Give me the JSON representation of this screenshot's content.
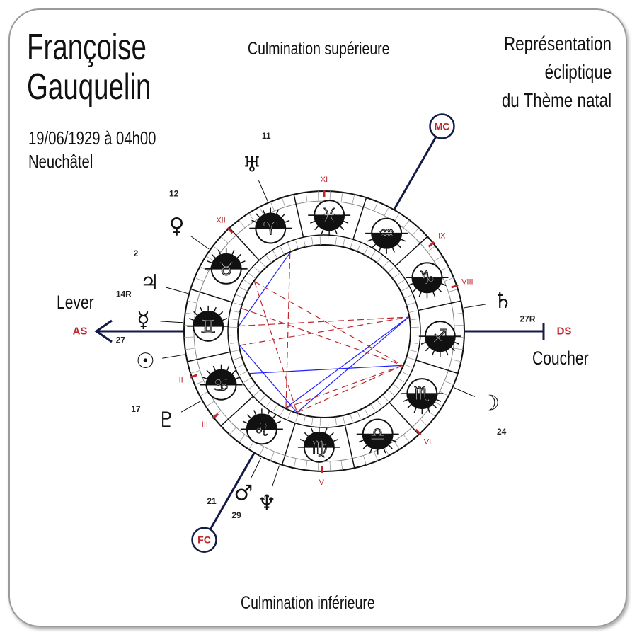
{
  "header": {
    "name_line1": "Françoise",
    "name_line2": "Gauquelin",
    "date_time": "19/06/1929 à 04h00",
    "place": "Neuchâtel",
    "top_label": "Culmination supérieure",
    "bottom_label": "Culmination inférieure",
    "right_title": [
      "Représentation",
      "écliptique",
      "du Thème natal"
    ],
    "lever": "Lever",
    "coucher": "Coucher"
  },
  "angles": {
    "as": "AS",
    "ds": "DS",
    "mc": "MC",
    "fc": "FC",
    "asc_longitude": 77.5,
    "mc_longitude": 317.6
  },
  "colors": {
    "accent_red": "#c0262d",
    "axis_navy": "#141a46",
    "aspect_blue": "#2020ff",
    "aspect_red": "#c0262d"
  },
  "signs": [
    {
      "name": "aries",
      "glyph": "♈",
      "dark": "bottom"
    },
    {
      "name": "taurus",
      "glyph": "♉",
      "dark": "bottom"
    },
    {
      "name": "gemini",
      "glyph": "♊",
      "dark": "bottom"
    },
    {
      "name": "cancer",
      "glyph": "♋",
      "dark": "bottom"
    },
    {
      "name": "leo",
      "glyph": "♌",
      "dark": "bottom"
    },
    {
      "name": "virgo",
      "glyph": "♍",
      "dark": "bottom"
    },
    {
      "name": "libra",
      "glyph": "♎",
      "dark": "top"
    },
    {
      "name": "scorpio",
      "glyph": "♏",
      "dark": "top"
    },
    {
      "name": "sagittarius",
      "glyph": "♐",
      "dark": "top"
    },
    {
      "name": "capricorn",
      "glyph": "♑",
      "dark": "top"
    },
    {
      "name": "aquarius",
      "glyph": "♒",
      "dark": "top"
    },
    {
      "name": "pisces",
      "glyph": "♓",
      "dark": "top"
    }
  ],
  "houses": [
    {
      "label": "II",
      "angle": 199
    },
    {
      "label": "III",
      "angle": 218
    },
    {
      "label": "V",
      "angle": 269
    },
    {
      "label": "VI",
      "angle": 313
    },
    {
      "label": "VIII",
      "angle": 19
    },
    {
      "label": "IX",
      "angle": 39
    },
    {
      "label": "XI",
      "angle": 90
    },
    {
      "label": "XII",
      "angle": 133
    }
  ],
  "planets": [
    {
      "name": "uranus",
      "glyph": "♅",
      "degree": "11",
      "longitude": 11
    },
    {
      "name": "venus",
      "glyph": "♀",
      "degree": "12",
      "longitude": 42
    },
    {
      "name": "jupiter",
      "glyph": "♃",
      "degree": "2",
      "longitude": 62
    },
    {
      "name": "mercury",
      "glyph": "☿",
      "degree": "14R",
      "longitude": 74
    },
    {
      "name": "sun",
      "glyph": "☉",
      "degree": "27",
      "longitude": 87
    },
    {
      "name": "pluto",
      "glyph": "♇",
      "degree": "17",
      "longitude": 107
    },
    {
      "name": "mars",
      "glyph": "♂",
      "degree": "21",
      "longitude": 141
    },
    {
      "name": "neptune",
      "glyph": "♆",
      "degree": "29",
      "longitude": 149
    },
    {
      "name": "moon",
      "glyph": "☽",
      "degree": "24",
      "longitude": 234
    },
    {
      "name": "saturn",
      "glyph": "♄",
      "degree": "27R",
      "longitude": 267
    }
  ],
  "aspects": [
    {
      "a": "uranus",
      "b": "mercury",
      "type": "harmonic"
    },
    {
      "a": "sun",
      "b": "neptune",
      "type": "harmonic"
    },
    {
      "a": "pluto",
      "b": "moon",
      "type": "harmonic"
    },
    {
      "a": "mars",
      "b": "saturn",
      "type": "harmonic"
    },
    {
      "a": "neptune",
      "b": "saturn",
      "type": "harmonic"
    },
    {
      "a": "mercury",
      "b": "saturn",
      "type": "tense"
    },
    {
      "a": "sun",
      "b": "saturn",
      "type": "tense"
    },
    {
      "a": "jupiter",
      "b": "moon",
      "type": "tense"
    },
    {
      "a": "venus",
      "b": "moon",
      "type": "tense"
    },
    {
      "a": "venus",
      "b": "neptune",
      "type": "tense"
    },
    {
      "a": "uranus",
      "b": "mars",
      "type": "tense"
    },
    {
      "a": "mars",
      "b": "moon",
      "type": "tense"
    },
    {
      "a": "neptune",
      "b": "moon",
      "type": "tense"
    }
  ]
}
